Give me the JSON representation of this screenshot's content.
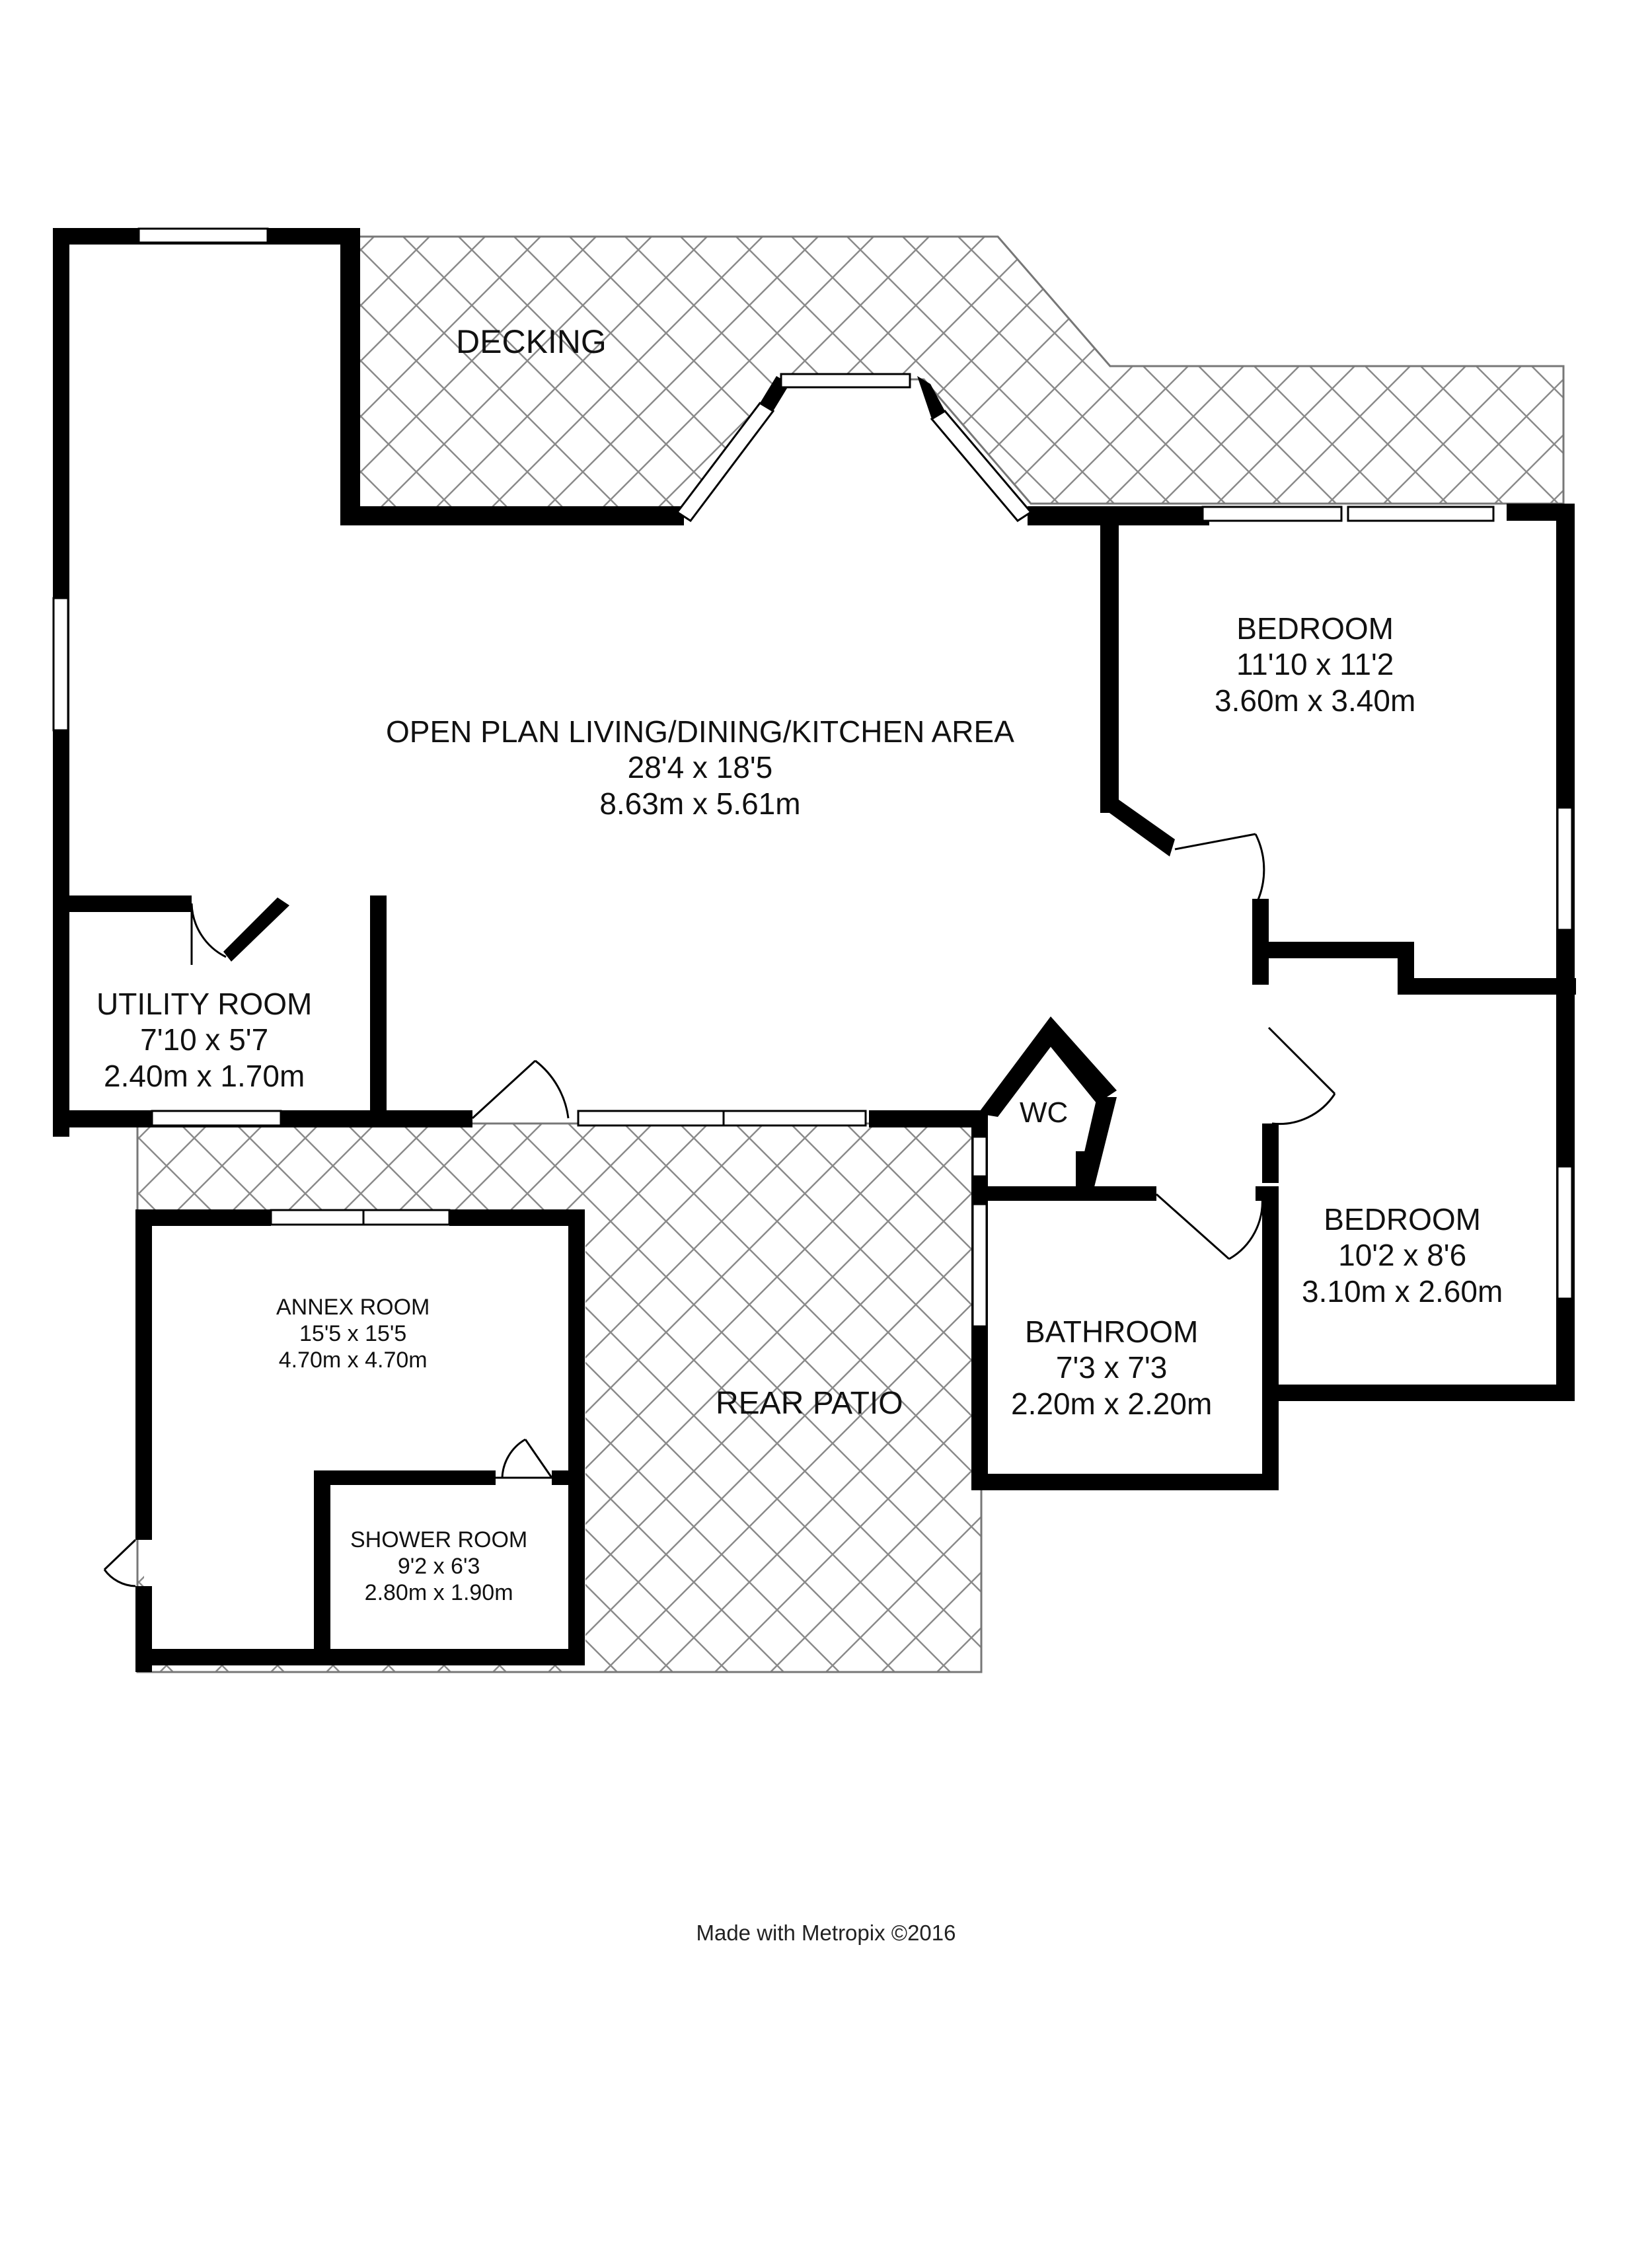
{
  "rooms": {
    "decking": {
      "name": "DECKING"
    },
    "open_plan": {
      "name": "OPEN PLAN LIVING/DINING/KITCHEN AREA",
      "imperial": "28'4 x 18'5",
      "metric": "8.63m x 5.61m"
    },
    "bedroom_1": {
      "name": "BEDROOM",
      "imperial": "11'10 x 11'2",
      "metric": "3.60m x 3.40m"
    },
    "utility": {
      "name": "UTILITY ROOM",
      "imperial": "7'10 x 5'7",
      "metric": "2.40m x 1.70m"
    },
    "wc": {
      "name": "WC"
    },
    "bedroom_2": {
      "name": "BEDROOM",
      "imperial": "10'2 x 8'6",
      "metric": "3.10m x 2.60m"
    },
    "annex": {
      "name": "ANNEX ROOM",
      "imperial": "15'5 x 15'5",
      "metric": "4.70m x 4.70m"
    },
    "rear_patio": {
      "name": "REAR PATIO"
    },
    "bathroom": {
      "name": "BATHROOM",
      "imperial": "7'3 x 7'3",
      "metric": "2.20m x 2.20m"
    },
    "shower": {
      "name": "SHOWER ROOM",
      "imperial": "9'2 x 6'3",
      "metric": "2.80m x 1.90m"
    }
  },
  "footer": {
    "credit": "Made with Metropix ©2016"
  },
  "colors": {
    "wall": "#000000",
    "hatch": "#777777",
    "background": "#ffffff"
  }
}
